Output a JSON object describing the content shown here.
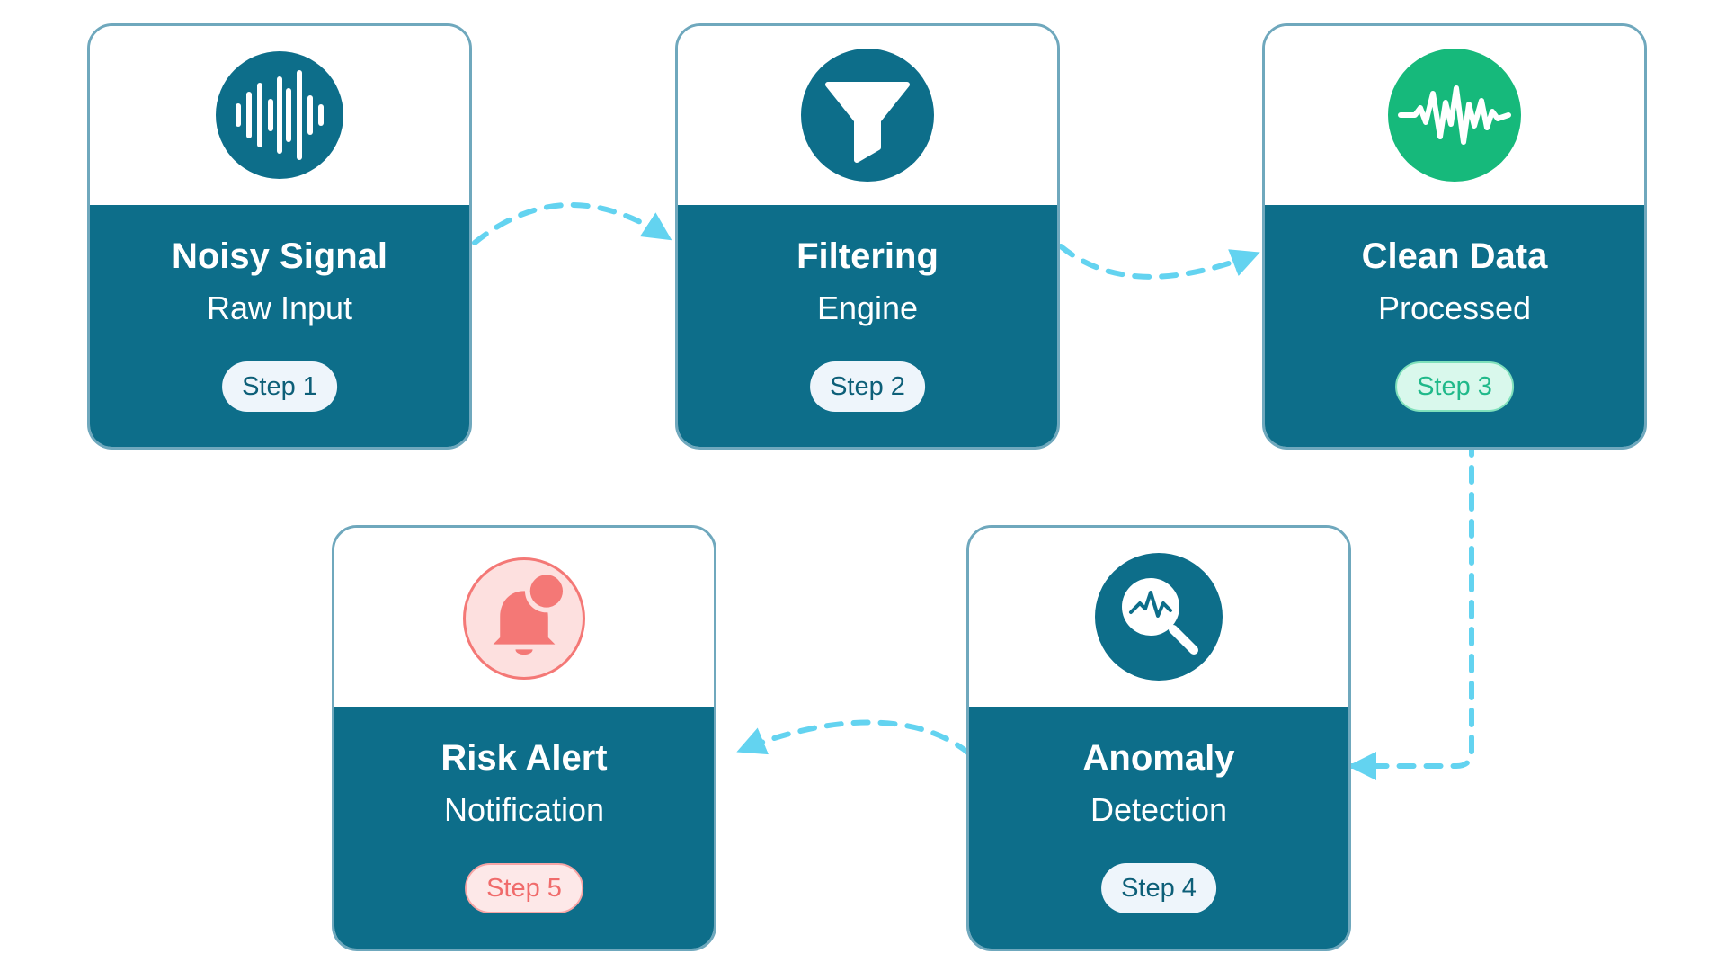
{
  "diagram": {
    "steps": [
      {
        "title": "Noisy Signal",
        "subtitle": "Raw Input",
        "badge": "Step 1",
        "icon": "waveform-icon",
        "accent": "#0d6e8a"
      },
      {
        "title": "Filtering",
        "subtitle": "Engine",
        "badge": "Step 2",
        "icon": "funnel-icon",
        "accent": "#0d6e8a"
      },
      {
        "title": "Clean Data",
        "subtitle": "Processed",
        "badge": "Step 3",
        "icon": "clean-waveform-icon",
        "accent": "#16b97b"
      },
      {
        "title": "Anomaly",
        "subtitle": "Detection",
        "badge": "Step 4",
        "icon": "magnifier-chart-icon",
        "accent": "#0d6e8a"
      },
      {
        "title": "Risk Alert",
        "subtitle": "Notification",
        "badge": "Step 5",
        "icon": "bell-alert-icon",
        "accent": "#f47876"
      }
    ],
    "colors": {
      "card_header": "#0d6e8a",
      "card_border": "#6fa8bd",
      "connector": "#63d3f0",
      "success": "#16b97b",
      "alert": "#f47876"
    }
  }
}
